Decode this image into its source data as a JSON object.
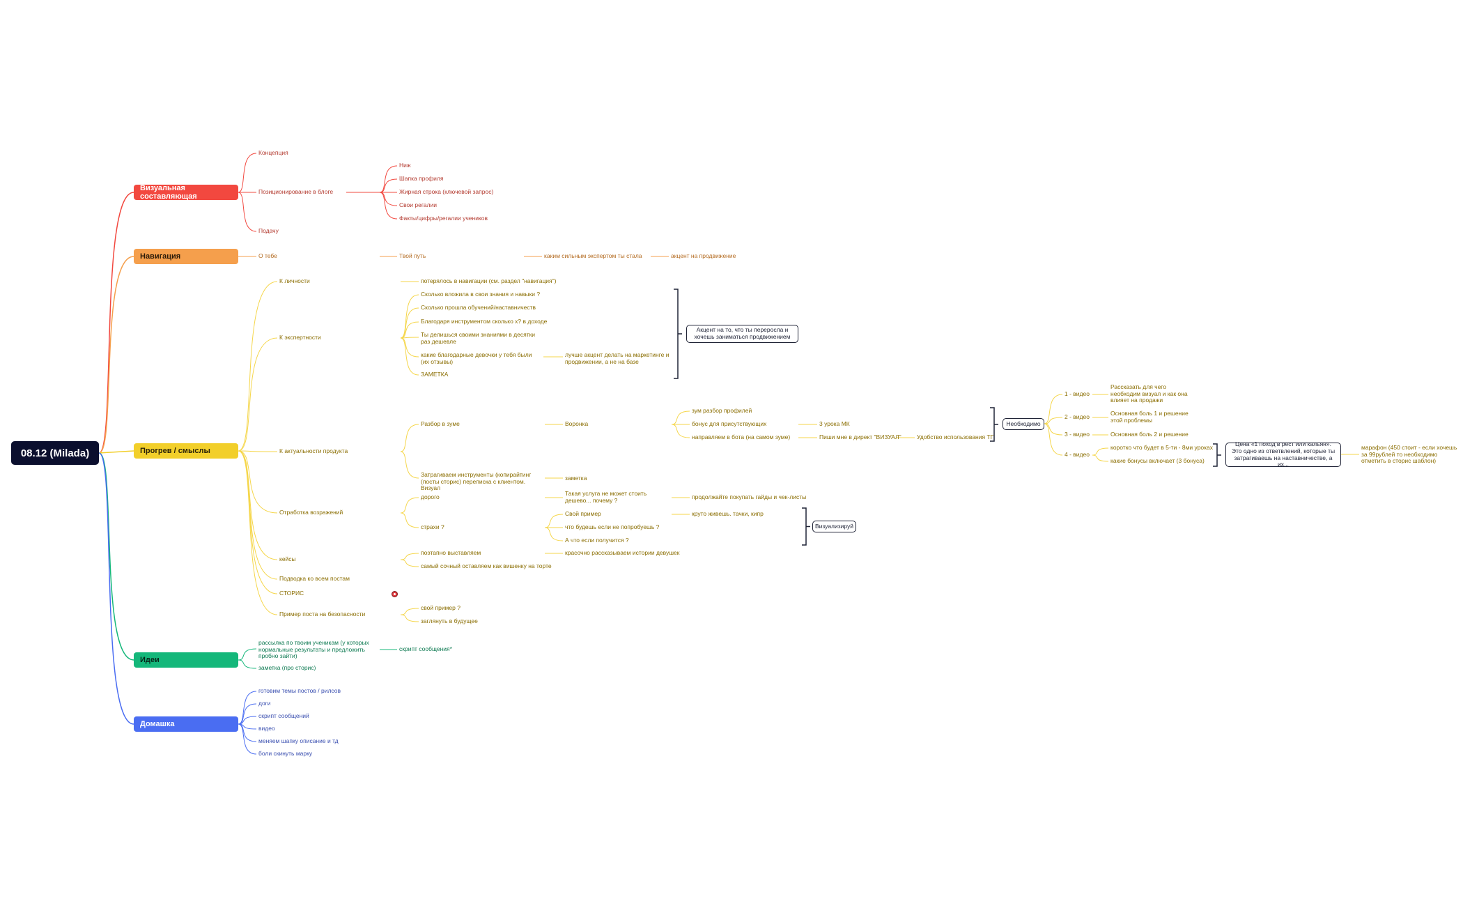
{
  "root": "08.12 (Milada)",
  "branches": {
    "visual": {
      "title": "Визуальная составляющая",
      "concept": "Концепция",
      "positioning": "Позиционирование в блоге",
      "niche": "Ниж",
      "header": "Шапка профиля",
      "bold_line": "Жирная строка (ключевой запрос)",
      "regalia": "Свои регалии",
      "facts": "Факты/цифры/регалии учеников",
      "delivery": "Подачу"
    },
    "nav": {
      "title": "Навигация",
      "about": "О тебе",
      "path": "Твой путь",
      "expert": "каким сильным экспертом ты стала",
      "accent": "акцент на продвижение"
    },
    "warm": {
      "title": "Прогрев / смыслы",
      "personality": "К личности",
      "personality_note": "потерялось в навигации (см. раздел \"навигация\")",
      "expertise": "К экспертности",
      "exp1": "Сколько вложила в свои знания и навыки ?",
      "exp2": "Сколько прошла обучений/наставничеств",
      "exp3": "Благодаря инструментом сколько х? в доходе",
      "exp4": "Ты делишься своими знаниями в десятки раз дешевле",
      "exp5": "какие благодарные девочки у тебя были (их отзывы)",
      "exp5_note": "лучше акцент делать на маркетинге и продвижении, а не на базе",
      "exp6": "ЗАМЕТКА",
      "accent_box": "Акцент на то, что ты переросла и хочешь заниматься продвижением",
      "relevance": "К актуальности продукта",
      "zoom": "Разбор в зуме",
      "funnel": "Воронка",
      "f1": "зум разбор профилей",
      "f2": "бонус для присутствующих",
      "f2b": "3 урока МК",
      "f3": "направляем в бота (на самом зуме)",
      "f3b": "Пиши мне в директ \"ВИЗУАЛ\"",
      "f3c": "Удобство использования ТГ",
      "need": "Необходимо",
      "v1": "1 - видео",
      "v1t": "Рассказать для чего необходим визуал и как она влияет на продажи",
      "v2": "2 - видео",
      "v2t": "Основная боль 1 и решение этой проблемы",
      "v3": "3 - видео",
      "v3t": "Основная боль 2 и решение",
      "v4": "4 - видео",
      "v4a": "коротко что будет в 5-ти - 8ми уроках",
      "v4b": "какие бонусы включает (3 бонуса)",
      "price_box": "Цена «1 поход в рест или кальян». Это одно из ответвлений, которые ты затрагиваешь на наставничестве, а их...",
      "marathon": "марафон (450 стоит - если хочешь за 99рублей то необходимо отметить в сторис шаблон)",
      "tools": "Затрагиваем инструменты (копирайтинг (посты сторис) переписка с клиентом. Визуал",
      "tools_note": "заметка",
      "objections": "Отработка возражений",
      "expensive": "дорого",
      "expensive_q": "Такая услуга не может стоить дешево... почему ?",
      "expensive_a": "продолжайте покупать гайды и чек-листы",
      "fears": "страхи ?",
      "fear1": "Свой пример",
      "fear1a": "круто живешь. тачки, кипр",
      "fear2": "что будешь если не попробуешь ?",
      "fear3": "А что если получится ?",
      "visualize": "Визуализируй",
      "cases": "кейсы",
      "case1": "поэтапно выставляем",
      "case1a": "красочно рассказываем истории девушек",
      "case2": "самый сочный оставляем как вишенку на торте",
      "lead": "Подводка ко всем постам",
      "stories": "СТОРИС",
      "safety": "Пример поста на безопасности",
      "safety1": "свой пример ?",
      "safety2": "заглянуть в будущее"
    },
    "ideas": {
      "title": "Идеи",
      "mailing": "рассылка по твоим ученикам (у которых нормальные результаты и предложить пробно зайти)",
      "script": "скрипт сообщения*",
      "note": "заметка (про сторис)"
    },
    "home": {
      "title": "Домашка",
      "h1": "готовим темы постов / рилсов",
      "h2": "доги",
      "h3": "скрипт сообщений",
      "h4": "видео",
      "h5": "меняем шапку описание и тд",
      "h6": "боли скинуть марку"
    }
  },
  "colors": {
    "visual": "#f2483f",
    "nav": "#f59f4c",
    "warm": "#f2cf2a",
    "ideas": "#14b77a",
    "home": "#4a6df2",
    "visual_text": "#b33a2f",
    "nav_text": "#b36a1f",
    "warm_text": "#8a6d00",
    "ideas_text": "#0e7a52",
    "home_text": "#3a4fb0",
    "warm_line": "#f5d64a"
  }
}
